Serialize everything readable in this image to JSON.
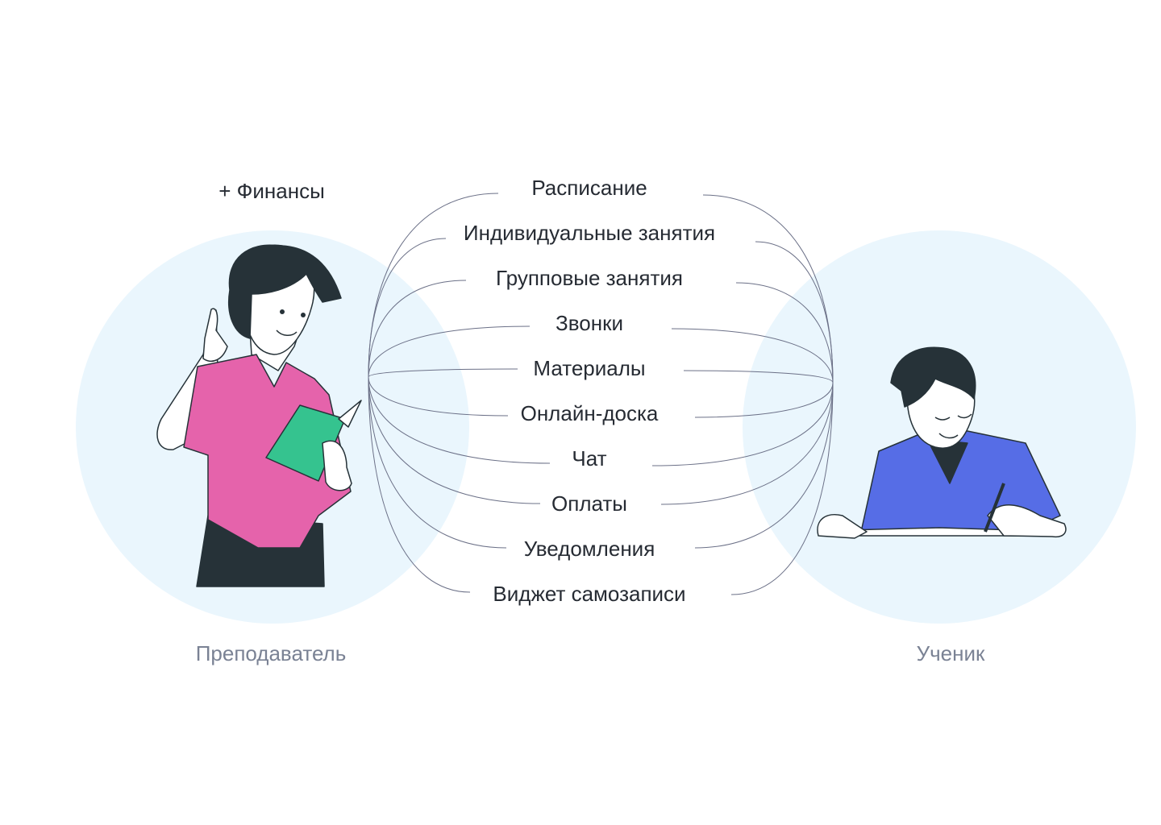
{
  "teacher": {
    "label": "Преподаватель",
    "extra": "+ Финансы"
  },
  "student": {
    "label": "Ученик"
  },
  "features": [
    "Расписание",
    "Индивидуальные занятия",
    "Групповые занятия",
    "Звонки",
    "Материалы",
    "Онлайн-доска",
    "Чат",
    "Оплаты",
    "Уведомления",
    "Виджет самозаписи"
  ],
  "colors": {
    "circle": "#eaf6fd",
    "line": "#6b7087",
    "text": "#262b33",
    "role": "#7a8294",
    "teacher_shirt": "#e563ab",
    "book": "#35c38f",
    "student_shirt": "#566de6",
    "hair": "#263238"
  }
}
